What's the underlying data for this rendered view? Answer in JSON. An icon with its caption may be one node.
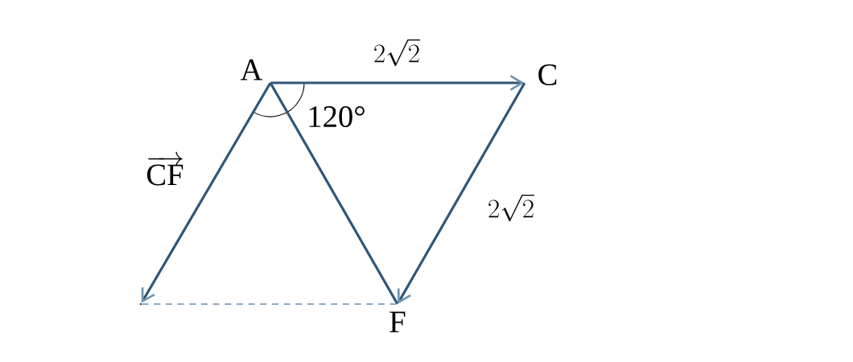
{
  "diagram": {
    "nodes": [
      {
        "text": [
          "A"
        ]
      },
      {
        "text": [
          "C"
        ]
      },
      {
        "text": [
          "F"
        ]
      },
      {
        "text": [],
        "shape": "point"
      }
    ],
    "edges": [
      {
        "from": 0,
        "to": 1,
        "arrow": "to",
        "label": "2\\sqrt{2}"
      },
      {
        "from": 1,
        "to": 2,
        "arrow": "to",
        "label": "2\\sqrt{2}"
      },
      {
        "from": 0,
        "to": 3,
        "arrow": "to",
        "label": "\\overrightarrow{\\mathrm{CF}}"
      },
      {
        "from": 0,
        "to": 2,
        "arrow": "none"
      },
      {
        "from": 3,
        "to": 2,
        "arrow": "none",
        "style": "dashed",
        "color": "#8fa8be"
      }
    ],
    "labels": [
      "120°"
    ]
  }
}
